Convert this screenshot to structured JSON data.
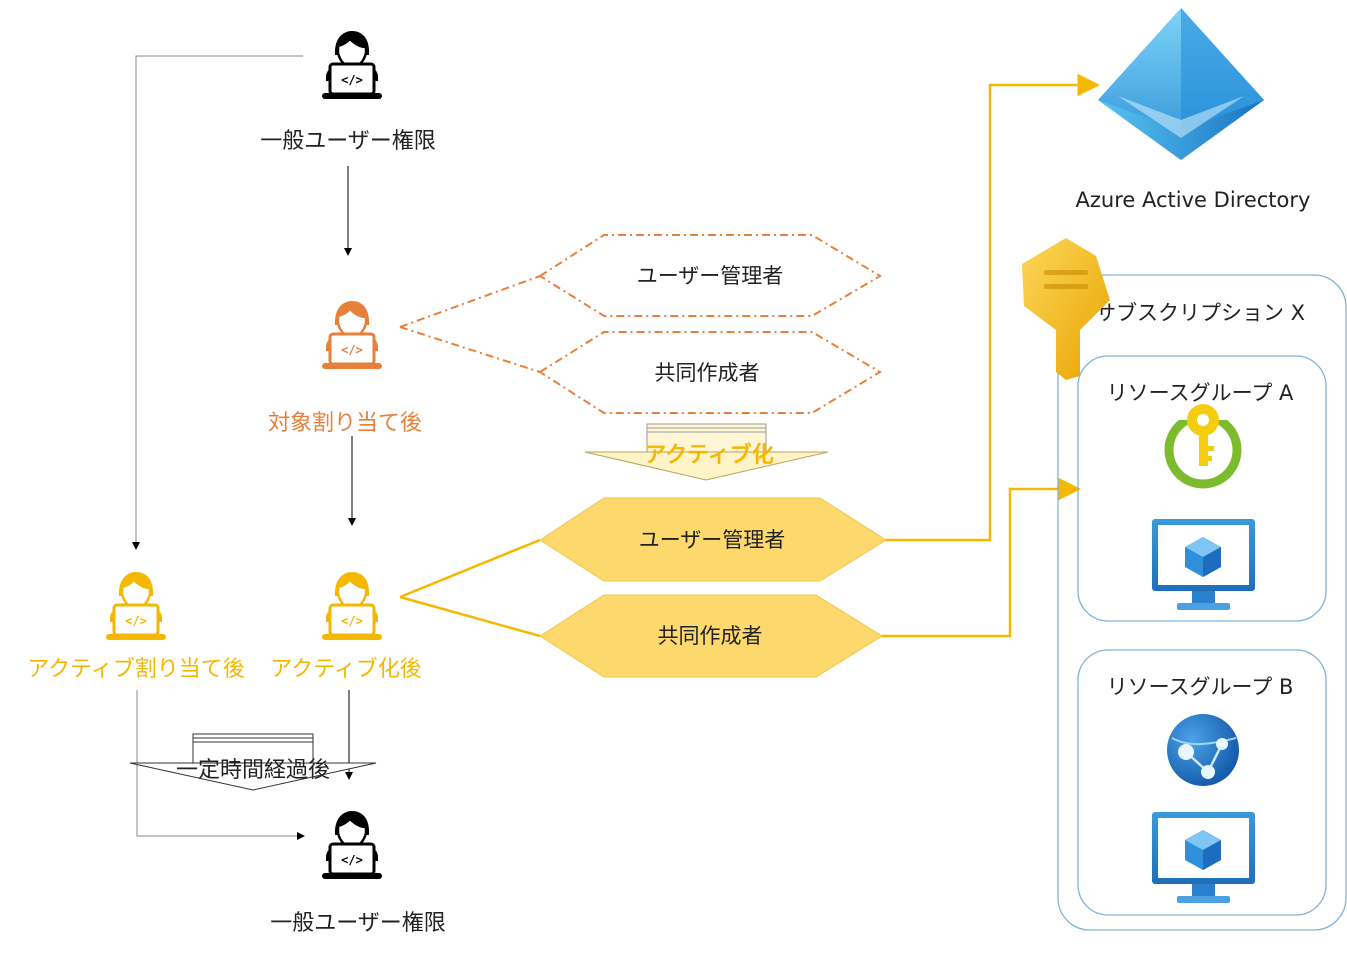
{
  "labels": {
    "user_top": "一般ユーザー権限",
    "eligible": "対象割り当て後",
    "active_assigned": "アクティブ割り当て後",
    "activated": "アクティブ化後",
    "user_bottom": "一般ユーザー権限",
    "activate_arrow": "アクティブ化",
    "expire_arrow": "一定時間経過後"
  },
  "roles_eligible": [
    "ユーザー管理者",
    "共同作成者"
  ],
  "roles_active": [
    "ユーザー管理者",
    "共同作成者"
  ],
  "azure": {
    "aad": "Azure Active Directory",
    "subscription": "サブスクリプション X",
    "rg_a": "リソースグループ A",
    "rg_b": "リソースグループ B"
  },
  "colors": {
    "black": "#000000",
    "orange": "#e6803a",
    "gold": "#f5b800",
    "role_fill": "#fdd96d",
    "azure_blue": "#3a9ad9"
  },
  "icons": {
    "developer": "developer-laptop-icon",
    "aad": "azure-active-directory-icon",
    "key": "subscription-key-icon",
    "keyvault": "key-vault-icon",
    "vm": "virtual-machine-icon",
    "network": "app-service-icon"
  }
}
